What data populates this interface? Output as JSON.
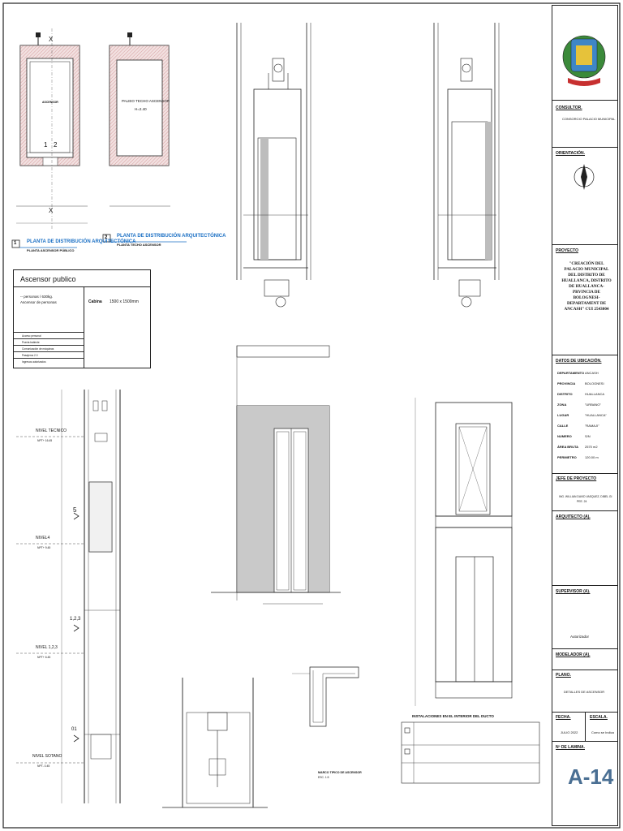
{
  "plan_titles": [
    {
      "text": "PLANTA DE DISTRIBUCIÓN ARQUITECTÓNICA",
      "sub": "PLANTA ASCENSOR PÚBLICO",
      "num": "1"
    },
    {
      "text": "PLANTA DE DISTRIBUCIÓN ARQUITECTÓNICA",
      "sub": "PLANTA TECHO ASCENSOR",
      "num": "2"
    }
  ],
  "plan_labels": {
    "ascensor": "ASCENSOR",
    "palieo": "PALIEO TECHO ASCENSOR",
    "palieo_sub": "H=2.40",
    "axis_x": "X",
    "cut1": "1",
    "cut2": "2"
  },
  "legend": {
    "title": "Ascensor publico",
    "cabina_label": "Cabina",
    "cabina_size": "1500 x 1500mm",
    "capacity": "-- personas / 630kg.",
    "capacity_sub": "Ascensor de personas",
    "rows": [
      "Acceso personal",
      "Puerta batiente",
      "Comunicación de máquinas",
      "Pasajeros 2.0",
      "Ingresos autorizados"
    ]
  },
  "levels": [
    {
      "name": "NIVEL TECNICO",
      "value": "NPT+ 16.45"
    },
    {
      "name": "NIVEL4",
      "value": "NPT+ 9.45"
    },
    {
      "name": "NIVEL 1,2,3",
      "value": "NPT+ 6.45"
    },
    {
      "name": "NIVEL SOTANO",
      "value": "NPT- 0.45"
    }
  ],
  "section_numbers": [
    "5",
    "1,2,3",
    "01"
  ],
  "section_notes": {
    "installations_title": "INSTALACIONES EN EL INTERIOR DEL DUCTO",
    "puertas_title": "MARCO TIPICO DE ASCENSOR",
    "puertas_sub": "ESC. 1:5"
  },
  "titleblock": {
    "consultor_label": "CONSULTOR.",
    "consultor_value": "CONSORCIO PALACIO MUNICIPAL",
    "orientacion_label": "ORIENTACIÓN.",
    "proyecto_label": "PROYECTO",
    "proyecto_value": "\"CREACIÓN DEL PALACIO MUNICIPAL DEL DISTRITO DE HUALLANCA, DISTRITO DE HUALLANCA- PRVINCIA DE BOLOGNESI- DEPARTAMENT DE ANCASH\" CUI 2543004",
    "ubicacion_label": "DATOS DE UBICACIÓN.",
    "ubicacion": [
      {
        "k": "DEPARTAMENTO",
        "v": "ANCASH"
      },
      {
        "k": "PROVINCIA",
        "v": "BOLOGNESI"
      },
      {
        "k": "DISTRITO",
        "v": "HUALLANCA"
      },
      {
        "k": "ZONA",
        "v": "\"URBANO\""
      },
      {
        "k": "LUGAR",
        "v": "\"HUALLANCA\""
      },
      {
        "k": "CALLE",
        "v": "\"RAMAJI\""
      },
      {
        "k": "NUMERO",
        "v": "S/N"
      },
      {
        "k": "ÁREA BRUTA",
        "v": "2570 m2"
      },
      {
        "k": "PERIMETRO",
        "v": "120.00 m"
      }
    ],
    "jefe_label": "JEFE DE PROYECTO",
    "jefe_value": "ING. WILLIAN DAVID VASQUEZ, DIBEL GI",
    "jefe_sub": "PEE. 24",
    "arquitecto_label": "ARQUITECTO (A).",
    "supervisor_label": "SUPERVISOR (A).",
    "supervisor_value": "Autorizador",
    "modelador_label": "MODELADOR (A).",
    "plano_label": "PLANO.",
    "plano_value": "DETALLES DE ASCENSOR",
    "fecha_label": "FECHA.",
    "fecha_value": "JULIO 2022",
    "escala_label": "ESCALA.",
    "escala_value": "Como se Indica",
    "lamina_label": "Nº DE LAMINA.",
    "lamina_value": "A-14"
  }
}
